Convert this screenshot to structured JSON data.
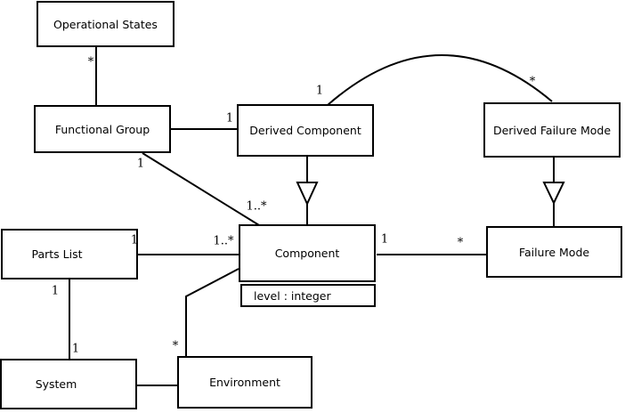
{
  "nodes": {
    "operational_states": {
      "label": "Operational States"
    },
    "functional_group": {
      "label": "Functional Group"
    },
    "derived_component": {
      "label": "Derived Component"
    },
    "derived_failure_mode": {
      "label": "Derived Failure Mode"
    },
    "parts_list": {
      "label": "Parts List"
    },
    "component": {
      "label": "Component",
      "attribute": "level : integer"
    },
    "failure_mode": {
      "label": "Failure Mode"
    },
    "system": {
      "label": "System"
    },
    "environment": {
      "label": "Environment"
    }
  },
  "multiplicities": {
    "operational_states_functional_group": "*",
    "functional_group_derived_component": "1",
    "derived_component_arc_end": "1",
    "derived_failure_mode_arc_end": "*",
    "functional_group_component_near": "1",
    "functional_group_component_far": "1..*",
    "parts_list_component_near": "1",
    "parts_list_component_far": "1..*",
    "parts_list_system_near": "1",
    "parts_list_system_far": "1",
    "environment_component": "*",
    "component_failure_mode_near": "1",
    "component_failure_mode_far": "*"
  },
  "colors": {
    "line": "#000000",
    "box_fill": "#ffffff",
    "background": "#ffffff",
    "text": "#000000"
  }
}
